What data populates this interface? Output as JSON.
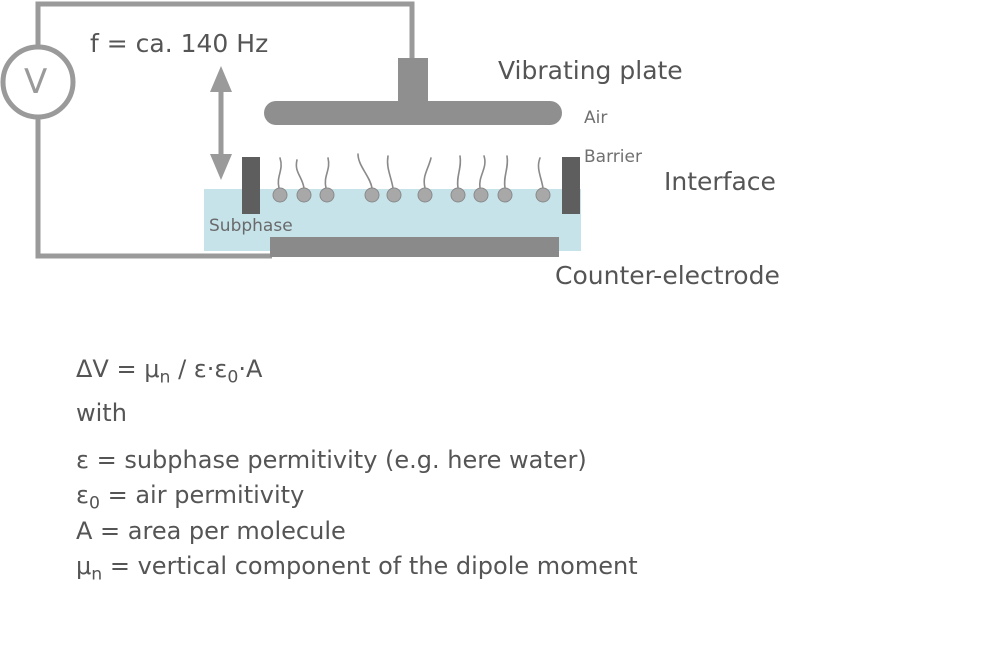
{
  "labels": {
    "voltmeter": "V",
    "frequency": "f = ca. 140 Hz",
    "vibrating_plate": "Vibrating plate",
    "air": "Air",
    "barrier": "Barrier",
    "interface": "Interface",
    "subphase": "Subphase",
    "counter_electrode": "Counter-electrode"
  },
  "formula": {
    "delta_v": "ΔV = μ",
    "delta_v_sub": "n",
    "delta_v_mid": " / ε·ε",
    "delta_v_sub2": "0",
    "delta_v_end": "·A",
    "with": "with",
    "eps_def": "ε = subphase permitivity (e.g. here water)",
    "eps0_sym": "ε",
    "eps0_sub": "0",
    "eps0_def": " = air permitivity",
    "area_def": "A = area per molecule",
    "mu_sym": "μ",
    "mu_sub": "n",
    "mu_def": " = vertical component of the dipole moment"
  },
  "colors": {
    "wire": "#9a9a9a",
    "plate": "#8f8f8f",
    "barrier": "#5e5e5e",
    "subphase": "#c6e3ea",
    "electrode": "#8a8a8a",
    "molecule_head": "#a8a8a8",
    "text": "#555555"
  }
}
